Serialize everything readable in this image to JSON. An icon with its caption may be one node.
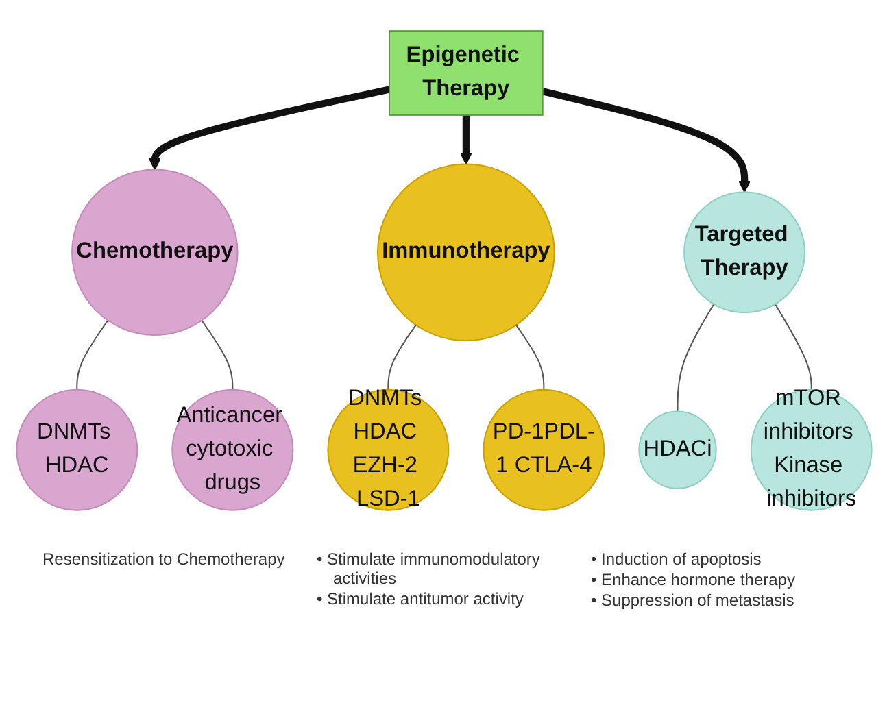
{
  "diagram": {
    "nodes": [
      {
        "text": [
          "Epigenetic Therapy"
        ]
      },
      {
        "text": [
          "Chemotherapy"
        ]
      },
      {
        "text": [
          "Immunotherapy"
        ]
      },
      {
        "text": [
          "Targeted Therapy"
        ]
      },
      {
        "text": [
          "DNMTs HDAC"
        ]
      },
      {
        "text": [
          "Anticancer cytotoxic drugs"
        ]
      },
      {
        "text": [
          "DNMTs HDAC EZH-2 LSD-1"
        ]
      },
      {
        "text": [
          "PD-1PDL-1 CTLA-4"
        ]
      },
      {
        "text": [
          "HDACi"
        ]
      },
      {
        "text": [
          "mTOR inhibitors Kinase inhibitors"
        ]
      }
    ],
    "edges": [
      {
        "from": 0,
        "to": 1,
        "arrow": "to",
        "style": "thick"
      },
      {
        "from": 0,
        "to": 2,
        "arrow": "to",
        "style": "thick"
      },
      {
        "from": 0,
        "to": 3,
        "arrow": "to",
        "style": "thick"
      },
      {
        "from": 1,
        "to": 4,
        "arrow": "none"
      },
      {
        "from": 1,
        "to": 5,
        "arrow": "none"
      },
      {
        "from": 2,
        "to": 6,
        "arrow": "none"
      },
      {
        "from": 2,
        "to": 7,
        "arrow": "none"
      },
      {
        "from": 3,
        "to": 8,
        "arrow": "none"
      },
      {
        "from": 3,
        "to": 9,
        "arrow": "none"
      }
    ],
    "labels": [
      "Resensitization to Chemotherapy",
      "• Stimulate immunomodulatory activities",
      "• Stimulate antitumor activity",
      "• Induction of apoptosis",
      "• Enhance hormone therapy",
      "• Suppression of metastasis"
    ]
  }
}
